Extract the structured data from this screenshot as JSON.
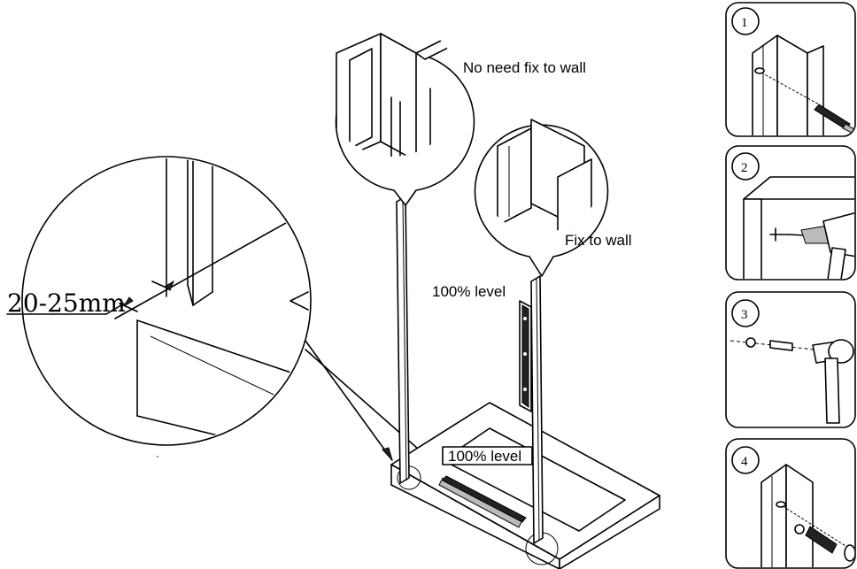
{
  "labels": {
    "no_fix": "No need fix to wall",
    "fix": "Fix to wall",
    "level_vertical": "100% level",
    "level_horizontal": "100% level",
    "gap": "20-25mm"
  },
  "steps": [
    {
      "number": "1"
    },
    {
      "number": "2"
    },
    {
      "number": "3"
    },
    {
      "number": "4"
    }
  ],
  "icons": {
    "step1": "screwdriver-icon",
    "step2": "drill-icon",
    "step3": "hammer-icon",
    "step4": "wrench-icon"
  }
}
